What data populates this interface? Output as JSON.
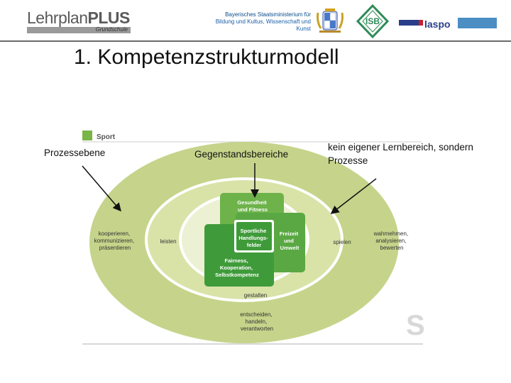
{
  "header": {
    "logo_word": "LehrplanPLUS",
    "logo_word_regular": "Lehrplan",
    "logo_word_bold": "PLUS",
    "logo_sub": "Grundschule",
    "ministry_line1": "Bayerisches Staatsministerium für",
    "ministry_line2": "Bildung und Kultus, Wissenschaft und Kunst",
    "isb_label": "ISB",
    "laspo_label": "laspo"
  },
  "slide": {
    "title": "1. Kompetenzstrukturmodell",
    "label_left": "Prozessebene",
    "label_center": "Gegenstandsbereiche",
    "label_right": "kein eigener Lernbereich, sondern Prozesse"
  },
  "diagram": {
    "header_label": "Sport",
    "outer_left": [
      "kooperieren,",
      "kommunizieren,",
      "präsentieren"
    ],
    "outer_right": [
      "wahrnehmen,",
      "analysieren,",
      "bewerten"
    ],
    "outer_bottom": [
      "entscheiden,",
      "handeln,",
      "verantworten"
    ],
    "inner_left": "leisten",
    "inner_right": "spielen",
    "inner_bottom": "gestalten",
    "box_top": [
      "Gesundheit",
      "und Fitness"
    ],
    "box_right": [
      "Freizeit",
      "und",
      "Umwelt"
    ],
    "box_bottom": [
      "Fairness,",
      "Kooperation,",
      "Selbstkompetenz"
    ],
    "box_center": [
      "Sportliche",
      "Handlungs-",
      "felder"
    ],
    "watermark": "S",
    "colors": {
      "outer_ring": "#c5d48a",
      "middle_ring": "#d9e3a8",
      "inner_disk": "#ecf1d4",
      "box_dark": "#3f9b3a",
      "box_mid": "#6db34a",
      "header_square": "#7ab547"
    }
  }
}
